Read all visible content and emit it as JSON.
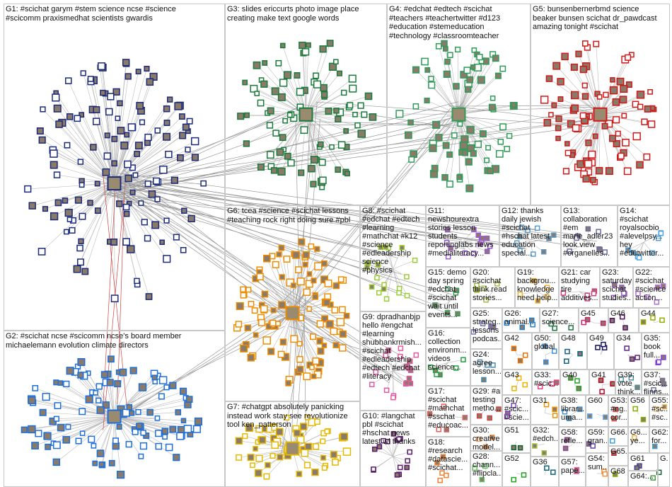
{
  "groups": [
    {
      "id": "G1",
      "label": "G1: #scichat garym #stem science ncse #science\n#scicomm praxismedhat scientists gwardis",
      "color": "#1b2a7a",
      "nodes": 140
    },
    {
      "id": "G2",
      "label": "G2: #scichat ncse #scicomm ncse's board member\nmichaelemann evolution climate directors",
      "color": "#1e6fd9",
      "nodes": 110
    },
    {
      "id": "G3",
      "label": "G3: slides ericcurts photo image place\ncreating make text google words",
      "color": "#1a7a3a",
      "nodes": 90
    },
    {
      "id": "G4",
      "label": "G4: #edchat #edtech #scichat\n#teachers #teachertwitter #d123\n#education #stemeducation\n#technology #classroomteacher",
      "color": "#2e9b57",
      "nodes": 80
    },
    {
      "id": "G5",
      "label": "G5: bunsenbernerbmd science\nbeaker bunsen scichat dr_pawdcast\namazing tonight #scichat",
      "color": "#d01818",
      "nodes": 90
    },
    {
      "id": "G6",
      "label": "G6: tcea #science #scichat lessons\n#teaching rock right doing sure #pbl",
      "color": "#f08c00",
      "nodes": 110
    },
    {
      "id": "G7",
      "label": "G7: #chatgpt absolutely panicking\ninstead work stay see revolutionize\ntool ken_patterson",
      "color": "#e6b800",
      "nodes": 60
    },
    {
      "id": "G8",
      "label": "G8: #scichat\n#edchat #edtech\n#learning\n#mathchat #k12\n#science\n#edleadership\nscience\n#physics",
      "color": "#9acd32",
      "nodes": 18
    },
    {
      "id": "G9",
      "label": "G9: dpradhanbjp\nhello #engchat\n#learning\nshubhankrmish...\n#scichat\n#edleadership\n#edtech #edchat\n#literacy",
      "color": "#e05aa0",
      "nodes": 18
    },
    {
      "id": "G10",
      "label": "G10: #langchat\npbl #scichat\n#hschat news\nlatest wl thanks",
      "color": "#5a1a6a",
      "nodes": 16
    },
    {
      "id": "G11",
      "label": "G11:\nnewshourextra\nstories lesson\nstudents\nreportinglabs news\n#medialiteracy...",
      "color": "#9b59d0",
      "nodes": 14
    },
    {
      "id": "G12",
      "label": "G12: thanks\ndaily jewish\n#scichat\n#hschat latest\neducation\nspecial...",
      "color": "#5b9bc8",
      "nodes": 10
    },
    {
      "id": "G13",
      "label": "G13:\ncollaboration\n#em\nmarie_adler23\nlook view\n#organelles...",
      "color": "#6a6aa0",
      "nodes": 8
    },
    {
      "id": "G14",
      "label": "G14:\n#scichat\nroyalsocbio\n#alevelpsy...\nhey\n#edutwitter...",
      "color": "#4da3e0",
      "nodes": 8
    },
    {
      "id": "G15",
      "label": "G15: demo\nday spring\n#edchat\n#scichat\nwait until\nevents...",
      "color": "#3a9a5a",
      "nodes": 6
    },
    {
      "id": "G20",
      "label": "G20:\n#scichat\nthink read\nstories...",
      "color": "#a0c040",
      "nodes": 5
    },
    {
      "id": "G19",
      "label": "G19:\nbackgrou...\nknowledge\nneed help...",
      "color": "#f0b030",
      "nodes": 5
    },
    {
      "id": "G21",
      "label": "G21: car\nstudying\ntire\nadditives...",
      "color": "#d04080",
      "nodes": 5
    },
    {
      "id": "G23",
      "label": "G23:\nsaturday\nscichat\nstudies...",
      "color": "#9060c0",
      "nodes": 5
    },
    {
      "id": "G22",
      "label": "G22:\n#scichat\n#science\naction...",
      "color": "#b070d0",
      "nodes": 5
    },
    {
      "id": "G16",
      "label": "G16:\ncollection\nenvironm...\nvideos\nscience...",
      "color": "#20a040",
      "nodes": 6
    },
    {
      "id": "G25",
      "label": "G25:\nstrateg...\nlessons\npodcas...",
      "color": "#7070c0",
      "nodes": 4
    },
    {
      "id": "G24",
      "label": "G24:\nagree\nlesson...",
      "color": "#4a8ab0",
      "nodes": 4
    },
    {
      "id": "G26",
      "label": "G26:\nanimal...",
      "color": "#2080d0",
      "nodes": 4
    },
    {
      "id": "G27",
      "label": "G27:\nscience...",
      "color": "#207040",
      "nodes": 3
    },
    {
      "id": "G45",
      "label": "G45",
      "color": "#d0206a",
      "nodes": 3
    },
    {
      "id": "G46",
      "label": "G46",
      "color": "#501060",
      "nodes": 3
    },
    {
      "id": "G44",
      "label": "G44",
      "color": "#90b000",
      "nodes": 3
    },
    {
      "id": "G42",
      "label": "G42",
      "color": "#f07000",
      "nodes": 3
    },
    {
      "id": "G50",
      "label": "G50:\nglobal",
      "color": "#4090e0",
      "nodes": 3
    },
    {
      "id": "G48",
      "label": "G48",
      "color": "#106080",
      "nodes": 3
    },
    {
      "id": "G49",
      "label": "G49",
      "color": "#101060",
      "nodes": 3
    },
    {
      "id": "G34",
      "label": "G34",
      "color": "#602080",
      "nodes": 3
    },
    {
      "id": "G35",
      "label": "G35:\nbook\nfull...",
      "color": "#8040e0",
      "nodes": 3
    },
    {
      "id": "G43",
      "label": "G43",
      "color": "#f0b000",
      "nodes": 3
    },
    {
      "id": "G33",
      "label": "G33:\n#scic...",
      "color": "#e04080",
      "nodes": 3
    },
    {
      "id": "G40",
      "label": "G40",
      "color": "#20a020",
      "nodes": 3
    },
    {
      "id": "G41",
      "label": "G41",
      "color": "#c00020",
      "nodes": 3
    },
    {
      "id": "G39",
      "label": "G39:\nvote\nthink...",
      "color": "#5090a0",
      "nodes": 3
    },
    {
      "id": "G37",
      "label": "G37:\n#scic...\nflinns...",
      "color": "#7070a0",
      "nodes": 3
    },
    {
      "id": "G17",
      "label": "G17:\n#scichat\n#mathchat\n#sschat\n#educoac...",
      "color": "#e06060",
      "nodes": 5
    },
    {
      "id": "G18",
      "label": "G18:\n#research\n#datascie...\n#scichat...",
      "color": "#f08030",
      "nodes": 5
    },
    {
      "id": "G29",
      "label": "G29: #ai\ntesting\nmetho...",
      "color": "#d04040",
      "nodes": 3
    },
    {
      "id": "G30",
      "label": "G30:\ncreative\nmodel...",
      "color": "#f0a060",
      "nodes": 3
    },
    {
      "id": "G28",
      "label": "G28:\nchann...\n#flipcla...",
      "color": "#60c060",
      "nodes": 3
    },
    {
      "id": "G47",
      "label": "G47:\n#scic...\n#scie...",
      "color": "#8040c0",
      "nodes": 3
    },
    {
      "id": "G31",
      "label": "G31",
      "color": "#f09000",
      "nodes": 3
    },
    {
      "id": "G38",
      "label": "G38:\nlibrar...\numa...",
      "color": "#4090d0",
      "nodes": 3
    },
    {
      "id": "G60",
      "label": "G60",
      "color": "#60a0e0",
      "nodes": 2
    },
    {
      "id": "G53",
      "label": "G53:\n#ng...\ncor...",
      "color": "#e05050",
      "nodes": 2
    },
    {
      "id": "G56",
      "label": "G56",
      "color": "#80b000",
      "nodes": 2
    },
    {
      "id": "G55",
      "label": "G55:\n#sc...\n#sc...",
      "color": "#f0c060",
      "nodes": 2
    },
    {
      "id": "G51",
      "label": "G51",
      "color": "#106030",
      "nodes": 2
    },
    {
      "id": "G52",
      "label": "G52",
      "color": "#20a020",
      "nodes": 2
    },
    {
      "id": "G32",
      "label": "G32:\n#edch...",
      "color": "#a0c040",
      "nodes": 2
    },
    {
      "id": "G36",
      "label": "G36",
      "color": "#106080",
      "nodes": 2
    },
    {
      "id": "G58",
      "label": "G58:\nrefle...",
      "color": "#9040a0",
      "nodes": 2
    },
    {
      "id": "G57",
      "label": "G57:\npape...",
      "color": "#e060a0",
      "nodes": 2
    },
    {
      "id": "G59",
      "label": "G59:\ngran...",
      "color": "#6040a0",
      "nodes": 2
    },
    {
      "id": "G54",
      "label": "G54:\nsum...",
      "color": "#f09040",
      "nodes": 2
    },
    {
      "id": "G66",
      "label": "G66...",
      "color": "#40a0e0",
      "nodes": 1
    },
    {
      "id": "G65",
      "label": "G65...",
      "color": "#c02040",
      "nodes": 1
    },
    {
      "id": "G68",
      "label": "G68",
      "color": "#80b000",
      "nodes": 1
    },
    {
      "id": "G6x",
      "label": "G6...\nye...",
      "color": "#f0b040",
      "nodes": 1
    },
    {
      "id": "G62",
      "label": "G62:\nfor...",
      "color": "#40a0e0",
      "nodes": 1
    },
    {
      "id": "G61",
      "label": "G61",
      "color": "#404090",
      "nodes": 2
    },
    {
      "id": "G64",
      "label": "G64:...",
      "color": "#40a040",
      "nodes": 1
    },
    {
      "id": "Gx",
      "label": "G...",
      "color": "#106030",
      "nodes": 1
    }
  ]
}
